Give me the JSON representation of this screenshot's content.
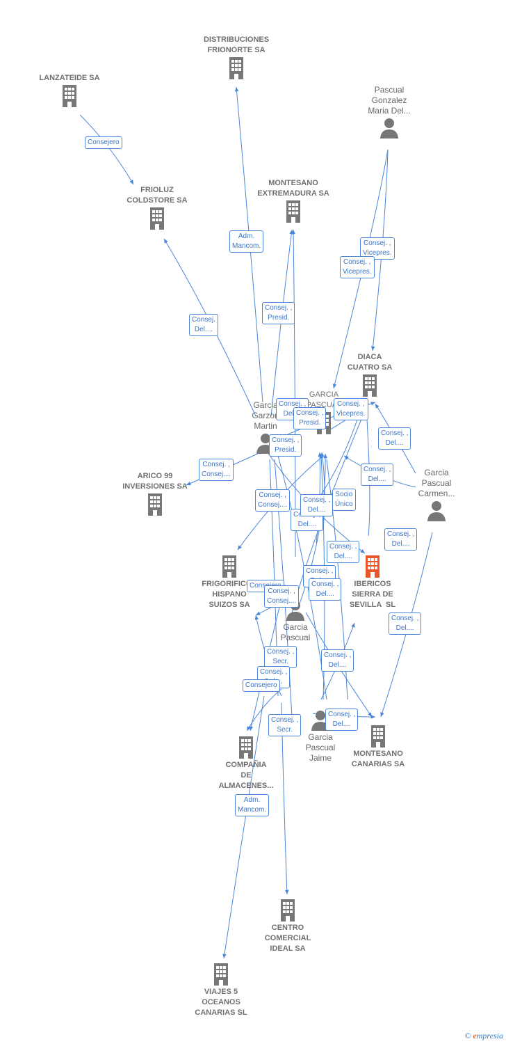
{
  "colors": {
    "edge": "#4a86d8",
    "building": "#777777",
    "building_focus": "#e8562a",
    "person": "#777777"
  },
  "nodes": {
    "lanzateide": "LANZATEIDE SA",
    "distribuciones": "DISTRIBUCIONES\nFRIONORTE SA",
    "pascual_gonzalez": "Pascual\nGonzalez\nMaria Del...",
    "frioluz": "FRIOLUZ\nCOLDSTORE SA",
    "montesano_extremadura": "MONTESANO\nEXTREMADURA SA",
    "diaca": "DIACA\nCUATRO SA",
    "garcia_garzon": "Garcia\nGarzon\nMartin",
    "garcia_pascual_co": "GARCIA\nPASCUAL",
    "arico": "ARICO 99\nINVERSIONES SA",
    "garcia_pascual_carmen": "Garcia\nPascual\nCarmen...",
    "frigorificos": "FRIGORIFICOS\nHISPANO\nSUIZOS SA",
    "ibericos": "IBERICOS\nSIERRA DE\nSEVILLA  SL",
    "garcia_pascual_p": "Garcia\nPascual",
    "garcia_pascual_jaime": "Garcia\nPascual\nJaime",
    "montesano_canarias": "MONTESANO\nCANARIAS SA",
    "compania": "COMPAÑIA\nDE\nALMACENES...",
    "centro": "CENTRO\nCOMERCIAL\nIDEAL SA",
    "viajes": "VIAJES 5\nOCEANOS\nCANARIAS SL"
  },
  "edge_labels": [
    "Consejero",
    "Adm.\nMancom.",
    "Consej. ,\nVicepres.",
    "Consej. ,\nVicepres.",
    "Consej.\nDel....",
    "Consej. ,\nPresid.",
    "Consej. ,\nDel....",
    "Consej. ,\nPresid.",
    "Consej. ,\nVicepres.",
    "Consej. ,\nPresid.",
    "Consej. ,\nDel....",
    "Consej. ,\nConsej....",
    "Consej. ,\nDel....",
    "Consej. ,\nConsej....",
    "Consej. ,\nDel....",
    "Socio\nÚnico",
    "Consej. ,\nDel....",
    "Consej. ,\nDel....",
    "Consej. ,\nDel....",
    "Consej. ,\nDel....",
    "Consejero",
    "Consej. ,\nConsej....",
    "Consej. ,\nDel....",
    "Consej. ,\nDel....",
    "Consej. ,\nSecr.",
    "Consej. ,\nDel....",
    "Consej. ,\nDel....",
    "Consejero",
    "Consej. ,\nDel....",
    "Consej. ,\nSecr.",
    "Adm.\nMancom."
  ],
  "footer": {
    "copyright": "©",
    "brand_e": "e",
    "brand_rest": "mpresia"
  }
}
